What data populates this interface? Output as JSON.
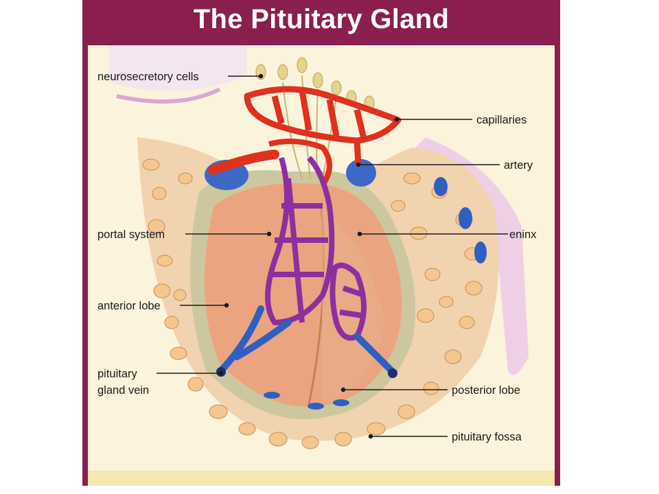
{
  "title": "The Pituitary Gland",
  "labels": {
    "neurosecretory_cells": "neurosecretory cells",
    "capillaries": "capillaries",
    "artery": "artery",
    "portal_system": "portal system",
    "meninx": "eninx",
    "anterior_lobe": "anterior lobe",
    "pituitary_gland_vein_line1": "pituitary",
    "pituitary_gland_vein_line2": "gland vein",
    "posterior_lobe": "posterior lobe",
    "pituitary_fossa": "pituitary fossa"
  },
  "colors": {
    "frame": "#8a1f4f",
    "artery": "#e0301e",
    "portal": "#8e2fa0",
    "vein": "#2f5fc0",
    "gland": "#eaa580",
    "bone": "#f1c79a"
  }
}
